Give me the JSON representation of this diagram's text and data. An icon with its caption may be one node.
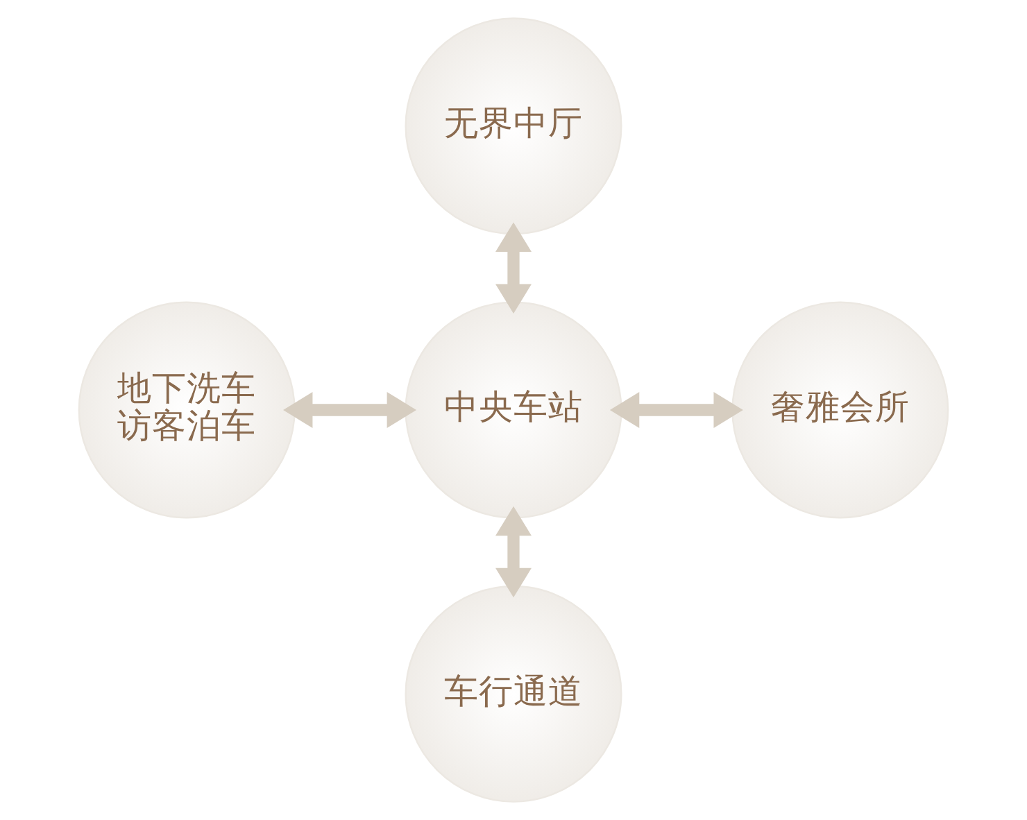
{
  "diagram": {
    "nodes": [
      {
        "text": [
          "无界中厅"
        ]
      },
      {
        "text": [
          "地下洗车",
          "访客泊车"
        ]
      },
      {
        "text": [
          "中央车站"
        ]
      },
      {
        "text": [
          "奢雅会所"
        ]
      },
      {
        "text": [
          "车行通道"
        ]
      }
    ],
    "edges": [
      {
        "from": 0,
        "to": 2,
        "arrow": "both"
      },
      {
        "from": 1,
        "to": 2,
        "arrow": "both"
      },
      {
        "from": 2,
        "to": 3,
        "arrow": "both"
      },
      {
        "from": 2,
        "to": 4,
        "arrow": "both"
      }
    ]
  }
}
